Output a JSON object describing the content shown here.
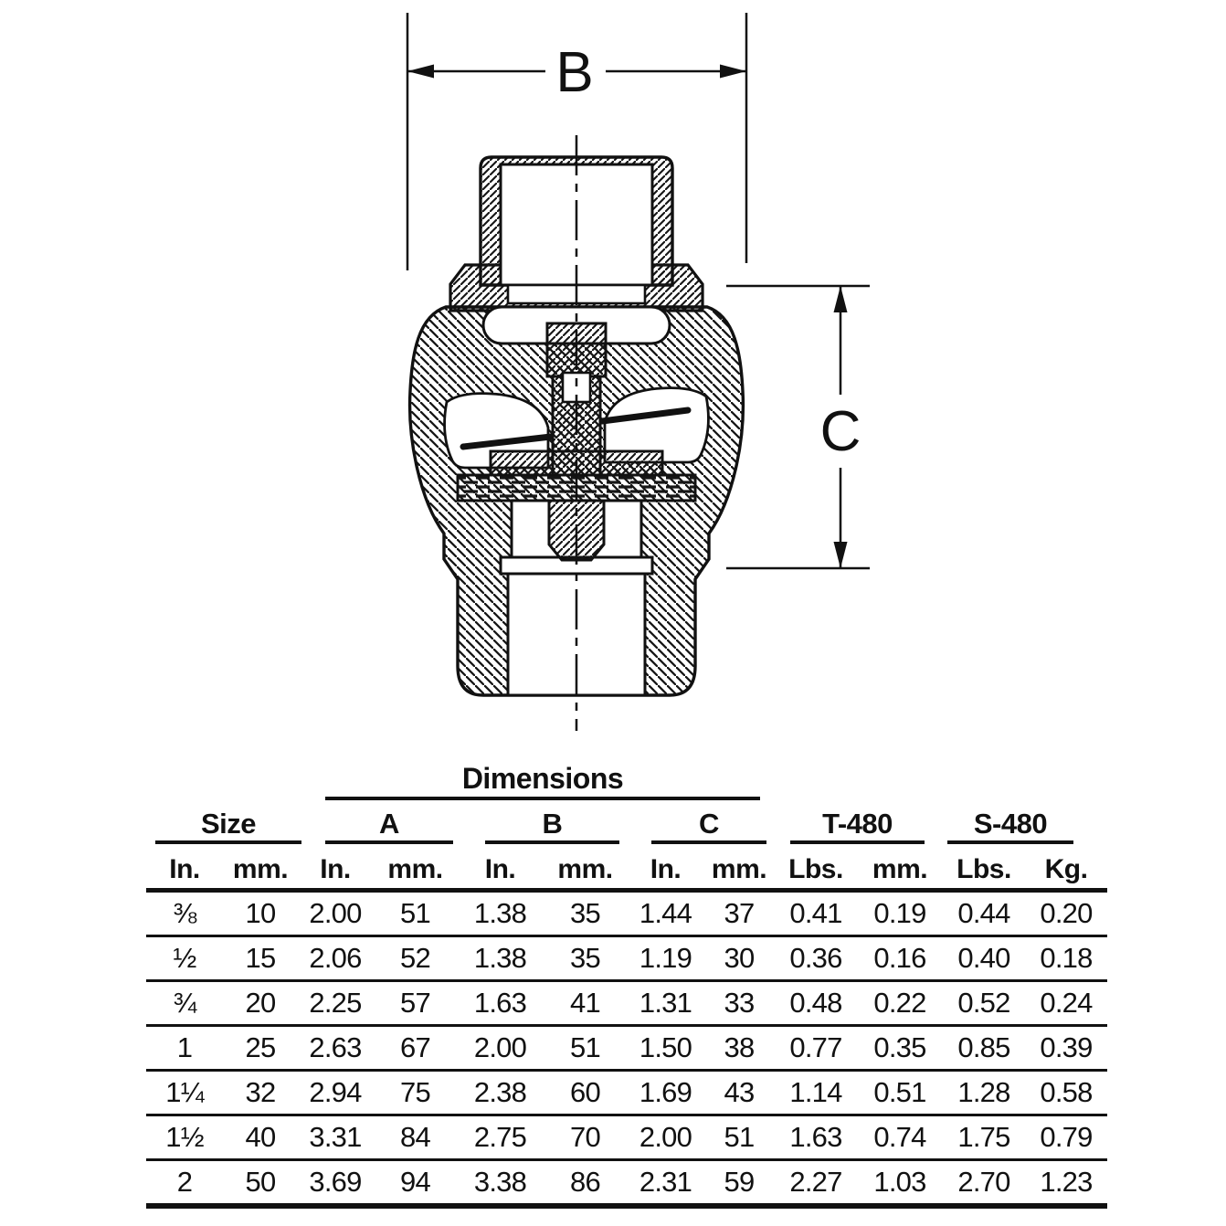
{
  "drawing": {
    "width_label": "B",
    "height_label": "C"
  },
  "table": {
    "title": "Dimensions",
    "size_group": "Size",
    "dim_groups": [
      "A",
      "B",
      "C"
    ],
    "weight_groups": [
      "T-480",
      "S-480"
    ],
    "sub_headers": [
      "In.",
      "mm.",
      "In.",
      "mm.",
      "In.",
      "mm.",
      "In.",
      "mm.",
      "Lbs.",
      "mm.",
      "Lbs.",
      "Kg."
    ],
    "rows": [
      [
        "⅜",
        "10",
        "2.00",
        "51",
        "1.38",
        "35",
        "1.44",
        "37",
        "0.41",
        "0.19",
        "0.44",
        "0.20"
      ],
      [
        "½",
        "15",
        "2.06",
        "52",
        "1.38",
        "35",
        "1.19",
        "30",
        "0.36",
        "0.16",
        "0.40",
        "0.18"
      ],
      [
        "¾",
        "20",
        "2.25",
        "57",
        "1.63",
        "41",
        "1.31",
        "33",
        "0.48",
        "0.22",
        "0.52",
        "0.24"
      ],
      [
        "1",
        "25",
        "2.63",
        "67",
        "2.00",
        "51",
        "1.50",
        "38",
        "0.77",
        "0.35",
        "0.85",
        "0.39"
      ],
      [
        "1¼",
        "32",
        "2.94",
        "75",
        "2.38",
        "60",
        "1.69",
        "43",
        "1.14",
        "0.51",
        "1.28",
        "0.58"
      ],
      [
        "1½",
        "40",
        "3.31",
        "84",
        "2.75",
        "70",
        "2.00",
        "51",
        "1.63",
        "0.74",
        "1.75",
        "0.79"
      ],
      [
        "2",
        "50",
        "3.69",
        "94",
        "3.38",
        "86",
        "2.31",
        "59",
        "2.27",
        "1.03",
        "2.70",
        "1.23"
      ]
    ]
  }
}
